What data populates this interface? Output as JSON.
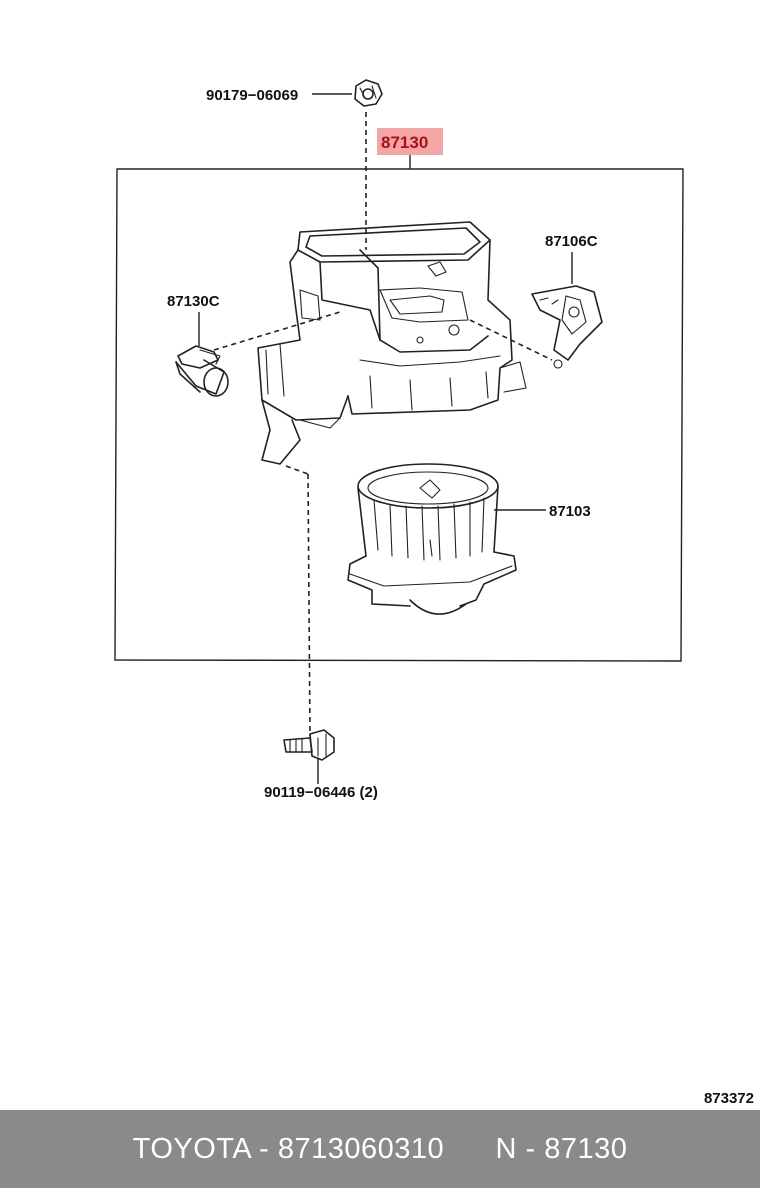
{
  "diagram": {
    "labels": {
      "nut": "90179−06069",
      "assembly": "87130",
      "damper": "87106C",
      "servo": "87130C",
      "fan": "87103",
      "bolt": "90119−06446 (2)",
      "ref_number": "873372"
    },
    "highlight_color": "#f4a6a6"
  },
  "footer": {
    "brand": "TOYOTA",
    "part_number": "8713060310",
    "n_code": "N - 87130"
  }
}
